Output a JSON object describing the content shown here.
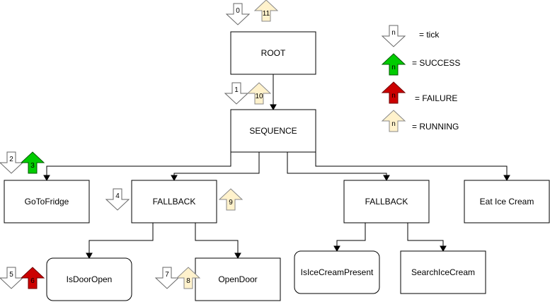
{
  "nodes": {
    "root": "ROOT",
    "sequence": "SEQUENCE",
    "go_to_fridge": "GoToFridge",
    "fallback_1": "FALLBACK",
    "fallback_2": "FALLBACK",
    "eat_ice_cream": "Eat Ice Cream",
    "is_door_open": "IsDoorOpen",
    "open_door": "OpenDoor",
    "is_ice_cream_present": "IsIceCreamPresent",
    "search_ice_cream": "SearchIceCream"
  },
  "signals": [
    {
      "id": "s0",
      "label": "0",
      "kind": "tick"
    },
    {
      "id": "s11",
      "label": "11",
      "kind": "running"
    },
    {
      "id": "s1",
      "label": "1",
      "kind": "tick"
    },
    {
      "id": "s10",
      "label": "10",
      "kind": "running"
    },
    {
      "id": "s2",
      "label": "2",
      "kind": "tick"
    },
    {
      "id": "s3",
      "label": "3",
      "kind": "success"
    },
    {
      "id": "s4",
      "label": "4",
      "kind": "tick"
    },
    {
      "id": "s9",
      "label": "9",
      "kind": "running"
    },
    {
      "id": "s5",
      "label": "5",
      "kind": "tick"
    },
    {
      "id": "s6",
      "label": "6",
      "kind": "failure"
    },
    {
      "id": "s7",
      "label": "7",
      "kind": "tick"
    },
    {
      "id": "s8",
      "label": "8",
      "kind": "running"
    }
  ],
  "legend": {
    "items": [
      {
        "kind": "tick",
        "symbol": "n",
        "text": "= tick"
      },
      {
        "kind": "success",
        "symbol": "n",
        "text": "= SUCCESS"
      },
      {
        "kind": "failure",
        "symbol": "n",
        "text": "= FAILURE"
      },
      {
        "kind": "running",
        "symbol": "n",
        "text": "= RUNNING"
      }
    ]
  },
  "colors": {
    "tick_fill": "#ffffff",
    "tick_stroke": "#666666",
    "success_fill": "#00cc00",
    "success_stroke": "#005700",
    "failure_fill": "#cc0000",
    "failure_stroke": "#6f0000",
    "running_fill": "#fff2cc",
    "running_stroke": "#888888"
  }
}
